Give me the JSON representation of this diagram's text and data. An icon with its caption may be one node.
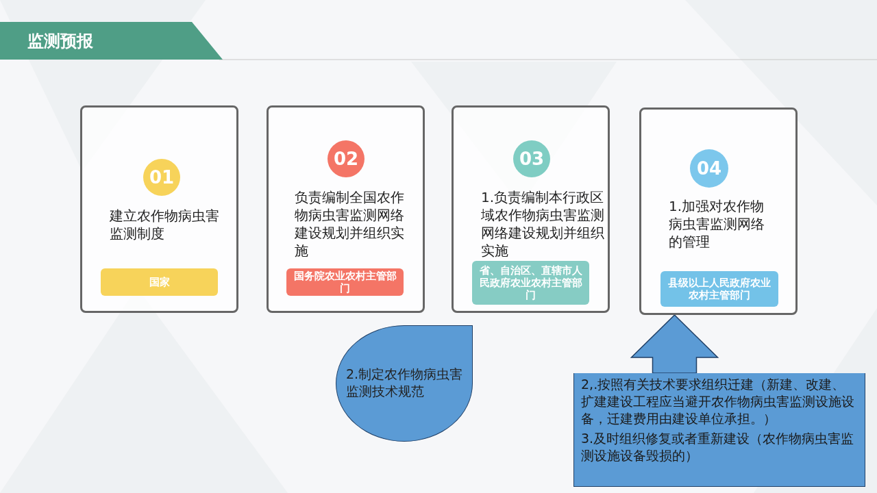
{
  "diagram": {
    "title": "监测预报",
    "nodes": [
      {
        "text": [
          "建立农作物病虫害监测制度"
        ]
      },
      {
        "text": [
          "01"
        ],
        "in": 0
      },
      {
        "text": [
          "国家"
        ],
        "in": 0
      },
      {
        "text": [
          "负责编制全国农作物病虫害监测网络建设规划并组织实施"
        ]
      },
      {
        "text": [
          "02"
        ],
        "in": 3
      },
      {
        "text": [
          "国务院农业农村主管部门"
        ],
        "in": 3
      },
      {
        "text": [
          "1.负责编制本行政区域农作物病虫害监测网络建设规划并组织实施"
        ]
      },
      {
        "text": [
          "03"
        ],
        "in": 6
      },
      {
        "text": [
          "省、自治区、直辖市人民政府农业农村主管部门"
        ],
        "in": 6
      },
      {
        "text": [
          "1.加强对农作物病虫害监测网络的管理"
        ]
      },
      {
        "text": [
          "04"
        ],
        "in": 9
      },
      {
        "text": [
          "县级以上人民政府农业农村主管部门"
        ],
        "in": 9
      },
      {
        "text": [
          "2.制定农作物病虫害监测技术规范"
        ]
      },
      {
        "text": [
          "2,.按照有关技术要求组织迁建（新建、改建、扩建建设工程应当避开农作物病虫害监测设施设备，迁建费用由建设单位承担。）",
          "3.及时组织修复或者重新建设（农作物病虫害监测设施设备毁损的）"
        ]
      }
    ],
    "edges": [
      {
        "from": 13,
        "to": 9,
        "arrow": "to",
        "style": "thick",
        "color": "#5b9bd5"
      }
    ]
  }
}
